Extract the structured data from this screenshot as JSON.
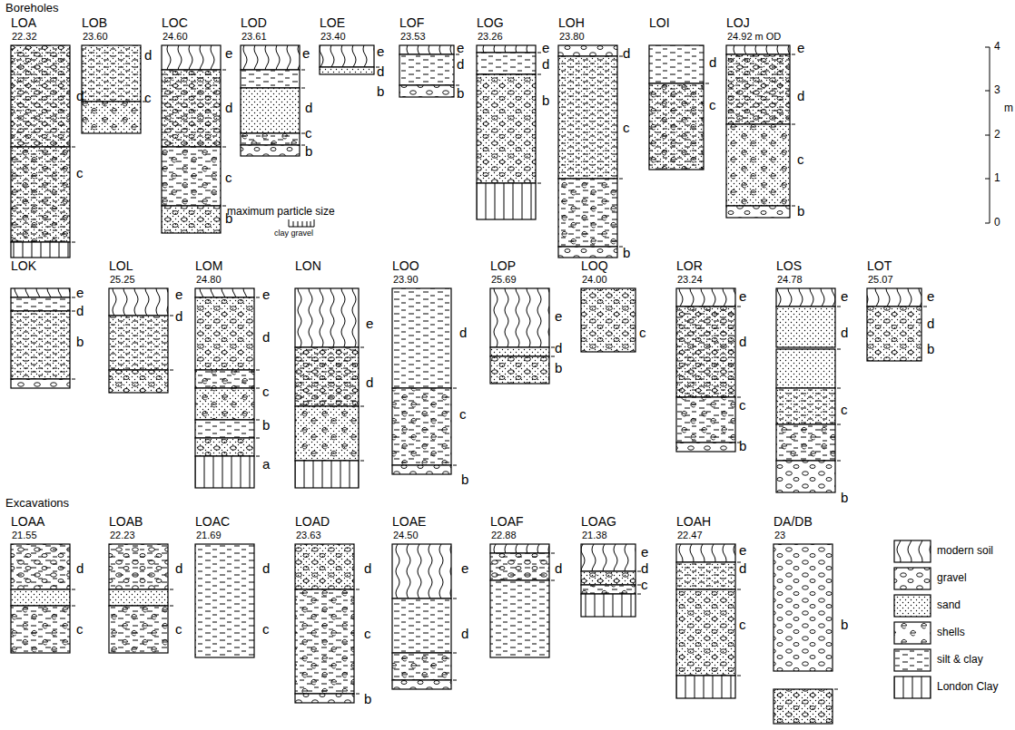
{
  "diagram": {
    "nodes": [
      {
        "text": [
          "LOA",
          "22.32"
        ]
      },
      {
        "text": [
          "LOB",
          "23.60"
        ]
      },
      {
        "text": [
          "LOC",
          "24.60"
        ]
      },
      {
        "text": [
          "LOD",
          "23.61"
        ]
      },
      {
        "text": [
          "LOE",
          "23.40"
        ]
      },
      {
        "text": [
          "LOF",
          "23.53"
        ]
      },
      {
        "text": [
          "LOG",
          "23.26"
        ]
      },
      {
        "text": [
          "LOH",
          "23.80"
        ]
      },
      {
        "text": [
          "LOI"
        ]
      },
      {
        "text": [
          "LOJ",
          "24.92 m OD"
        ]
      },
      {
        "text": [
          "LOK"
        ]
      },
      {
        "text": [
          "LOL",
          "25.25"
        ]
      },
      {
        "text": [
          "LOM",
          "24.80"
        ]
      },
      {
        "text": [
          "LON"
        ]
      },
      {
        "text": [
          "LOO",
          "23.90"
        ]
      },
      {
        "text": [
          "LOP",
          "25.69"
        ]
      },
      {
        "text": [
          "LOQ",
          "24.00"
        ]
      },
      {
        "text": [
          "LOR",
          "23.24"
        ]
      },
      {
        "text": [
          "LOS",
          "24.78"
        ]
      },
      {
        "text": [
          "LOT",
          "25.07"
        ]
      },
      {
        "text": [
          "LOAA",
          "21.55"
        ]
      },
      {
        "text": [
          "LOAB",
          "22.23"
        ]
      },
      {
        "text": [
          "LOAC",
          "21.69"
        ]
      },
      {
        "text": [
          "LOAD",
          "23.63"
        ]
      },
      {
        "text": [
          "LOAE",
          "24.50"
        ]
      },
      {
        "text": [
          "LOAF",
          "22.88"
        ]
      },
      {
        "text": [
          "LOAG",
          "21.38"
        ]
      },
      {
        "text": [
          "LOAH",
          "22.47"
        ]
      },
      {
        "text": [
          "DA/DB",
          "23"
        ]
      }
    ],
    "labels": [
      "Boreholes",
      "d",
      "c",
      "d",
      "c",
      "e",
      "d",
      "c",
      "b",
      "e",
      "d",
      "c",
      "b",
      "e",
      "d",
      "b",
      "e",
      "d",
      "b",
      "e",
      "d",
      "b",
      "d",
      "c",
      "b",
      "d",
      "c",
      "e",
      "d",
      "c",
      "b",
      "maximum particle size",
      "clay gravel",
      "4",
      "3",
      "2",
      "1",
      "0",
      "m",
      "e",
      "d",
      "b",
      "e",
      "d",
      "e",
      "d",
      "c",
      "b",
      "a",
      "e",
      "d",
      "d",
      "c",
      "b",
      "e",
      "d",
      "b",
      "c",
      "e",
      "d",
      "c",
      "b",
      "e",
      "d",
      "c",
      "b",
      "e",
      "d",
      "b",
      "Excavations",
      "d",
      "c",
      "d",
      "c",
      "d",
      "c",
      "d",
      "c",
      "b",
      "e",
      "d",
      "d",
      "e",
      "d",
      "c",
      "e",
      "d",
      "c",
      "b"
    ],
    "legend": [
      {
        "text": "modern soil"
      },
      {
        "text": "gravel"
      },
      {
        "text": "sand"
      },
      {
        "text": "shells"
      },
      {
        "text": "silt & clay"
      },
      {
        "text": "London Clay"
      }
    ]
  }
}
